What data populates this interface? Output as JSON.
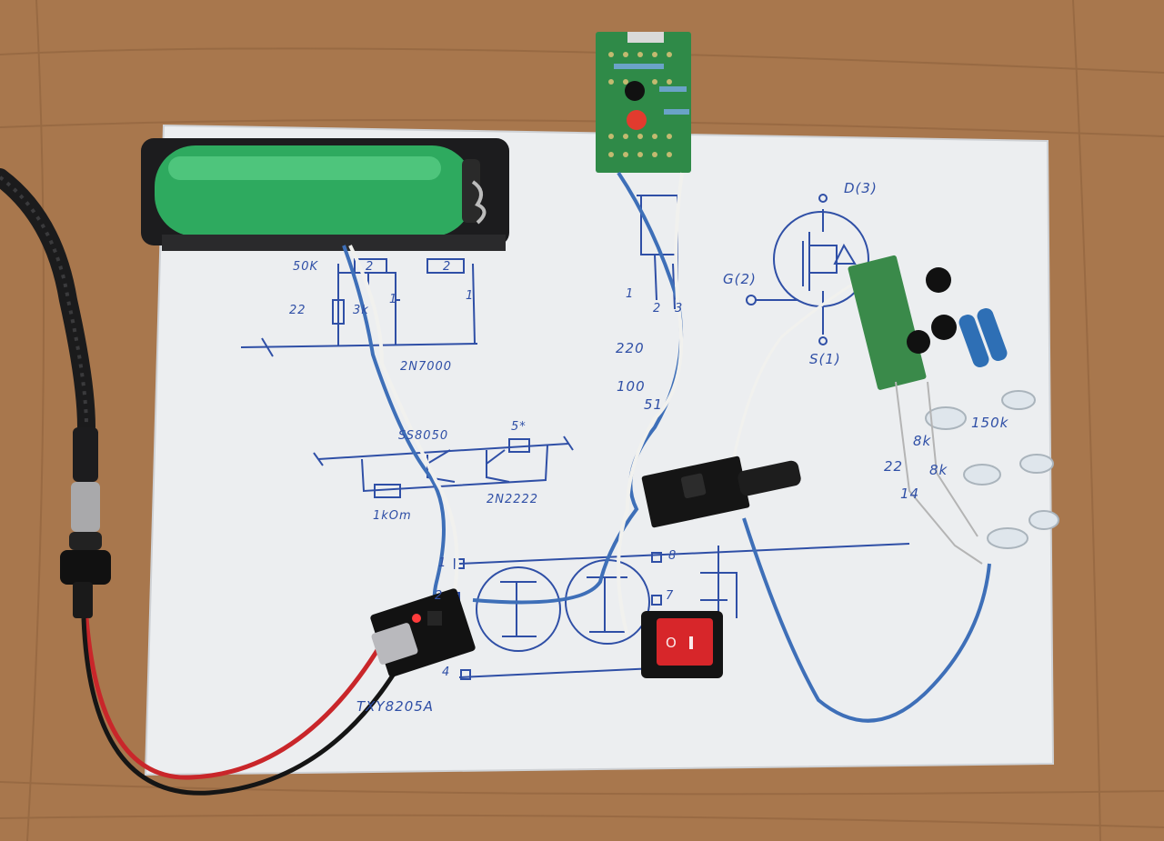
{
  "colors": {
    "desk": "#a8774d",
    "paper": "#eceef0",
    "ink": "#2f4fa6",
    "battery": "#2eaa5f",
    "holder": "#1c1c1e",
    "pcb_green": "#2f8a48",
    "wire_blue": "#3e6fb8",
    "wire_red": "#c9262a",
    "wire_white": "#f1f1ee",
    "switch_red": "#d7262a"
  },
  "labels": {
    "r50k": "50K",
    "r22": "22",
    "r3k": "3k",
    "q2n7000": "2N7000",
    "pin2a": "2",
    "pin2b": "2",
    "pin1a": "1",
    "pin1b": "1",
    "ss8050": "SS8050",
    "r5": "5*",
    "r1k": "1kOm",
    "q2n2222": "2N2222",
    "v220": "220",
    "v100": "100",
    "v51": "51",
    "p1": "1",
    "p2": "2",
    "p3": "3",
    "d3": "D(3)",
    "g2": "G(2)",
    "s1": "S(1)",
    "r150k": "150k",
    "r22b": "22",
    "r8ka": "8k",
    "r14": "14",
    "r8kb": "8k",
    "c1": "1",
    "c2": "2",
    "c8": "8",
    "c7": "7",
    "c4": "4",
    "chip": "TXY8205A"
  }
}
